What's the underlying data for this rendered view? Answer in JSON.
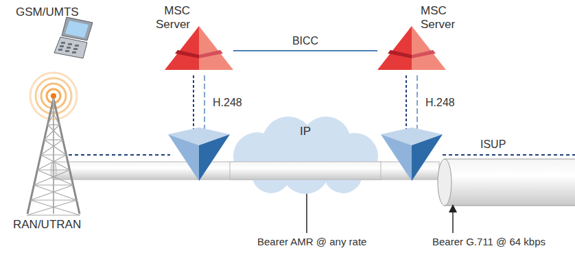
{
  "diagram": {
    "nodes": [
      {
        "text": [
          "GSM/UMTS"
        ]
      },
      {
        "text": [
          "MSC Server"
        ]
      },
      {
        "text": [
          "MSC Server"
        ]
      },
      {
        "text": [
          "RAN/UTRAN"
        ]
      },
      {
        "text": [
          "IP"
        ]
      }
    ],
    "edges": [
      {
        "from": 1,
        "to": 2,
        "arrow": "none",
        "label": "BICC"
      }
    ],
    "labels": [
      "H.248",
      "H.248",
      "ISUP",
      "Bearer AMR @ any rate",
      "Bearer G.711 @ 64 kbps"
    ]
  }
}
